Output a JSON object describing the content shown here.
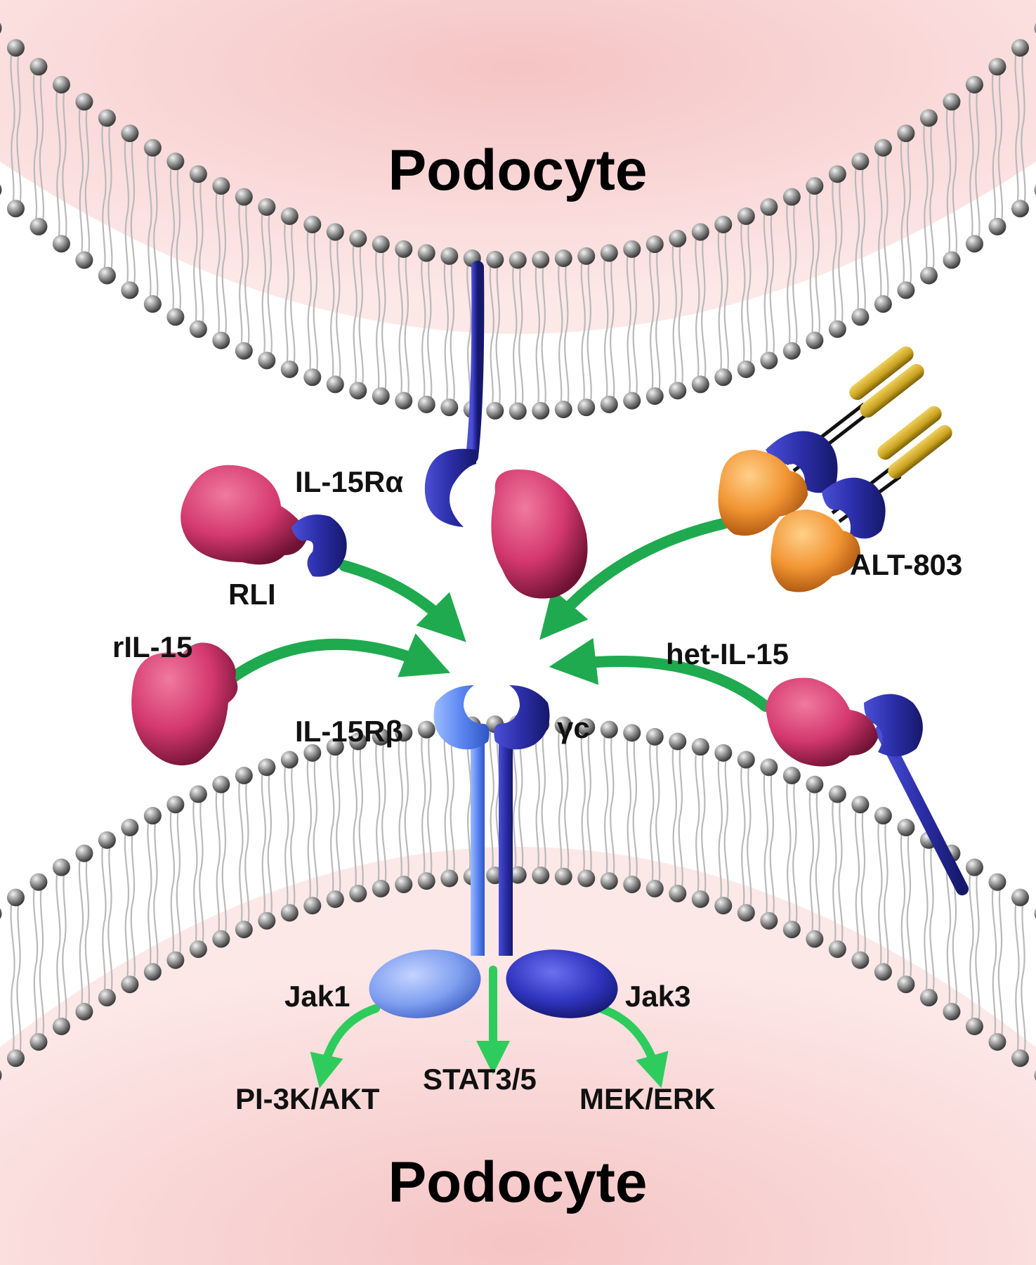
{
  "cells": {
    "top": "Podocyte",
    "bottom": "Podocyte"
  },
  "labels": {
    "il15ra": "IL-15Rα",
    "rli": "RLI",
    "alt803": "ALT-803",
    "ril15": "rIL-15",
    "het_il15": "het-IL-15",
    "il15rb": "IL-15Rβ",
    "gamma_c": "γc",
    "jak1": "Jak1",
    "jak3": "Jak3",
    "pi3k_akt": "PI-3K/AKT",
    "stat35": "STAT3/5",
    "mek_erk": "MEK/ERK"
  },
  "colors": {
    "arrow": "#1faa4f",
    "arrow_light": "#2ecc5c",
    "receptor_dark": "#2b2ea8",
    "receptor_light": "#5b86f0",
    "cytokine": "#d4386e",
    "alt_orange": "#f29533",
    "alt_fc": "#c9a21f",
    "lipid_head": "#8c8c8c",
    "cell_fill": "#f6c9c9"
  }
}
